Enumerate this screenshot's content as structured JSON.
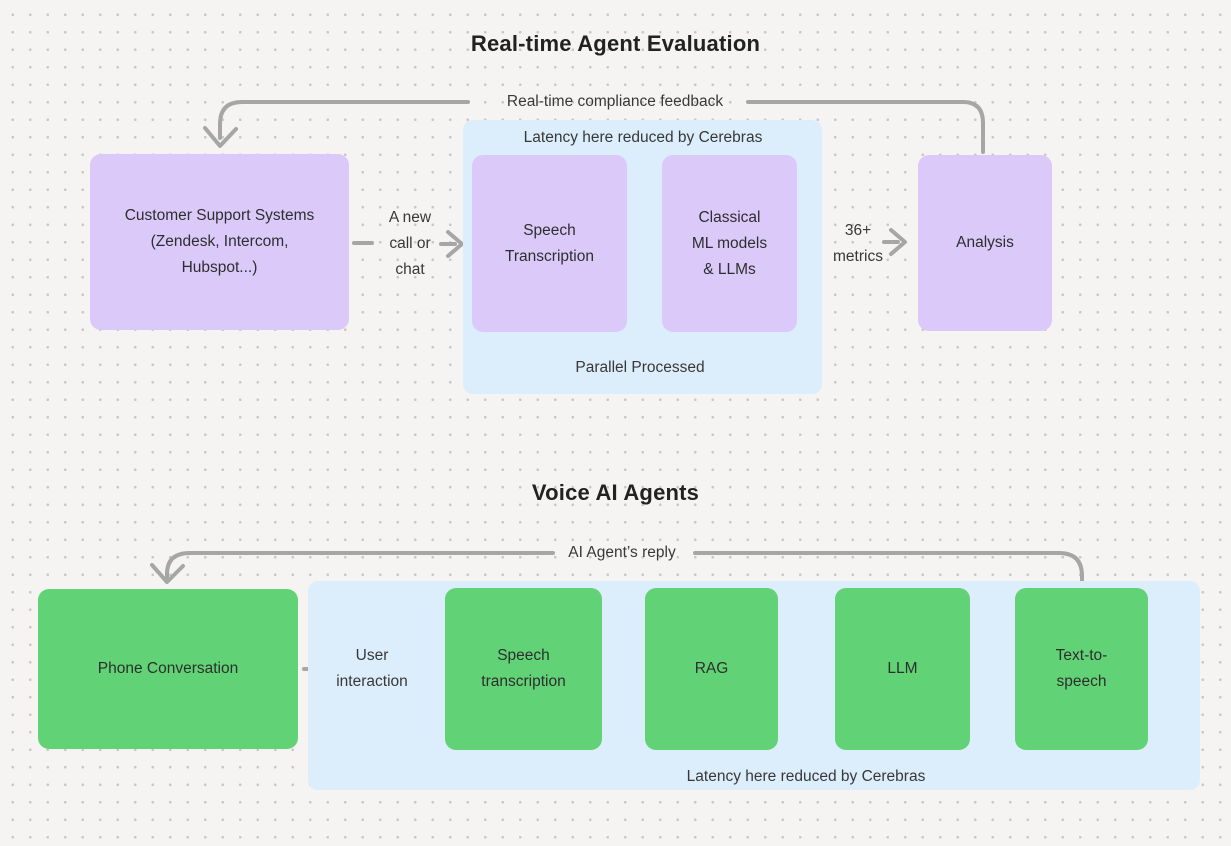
{
  "colors": {
    "background": "#f5f4f2",
    "dot": "#c9c7c4",
    "purple_node": "#dbc9fa",
    "green_node": "#61d376",
    "highlight_container": "#dcedfb",
    "arrow": "#a6a6a6",
    "text": "#2e2e2e",
    "title": "#222222"
  },
  "top_diagram": {
    "title": "Real-time Agent Evaluation",
    "feedback_loop_label": "Real-time compliance feedback",
    "container_label": "Latency here reduced by Cerebras",
    "parallel_label": "Parallel Processed",
    "nodes": {
      "customer_support": "Customer Support Systems\n(Zendesk, Intercom,\nHubspot...)",
      "speech_transcription": "Speech\nTranscription",
      "classical_ml": "Classical\nML models\n& LLMs",
      "analysis": "Analysis"
    },
    "edge_labels": {
      "new_call": "A new\ncall or\nchat",
      "metrics": "36+\nmetrics"
    }
  },
  "bottom_diagram": {
    "title": "Voice AI Agents",
    "feedback_loop_label": "AI Agent’s reply",
    "container_label": "Latency here reduced by Cerebras",
    "nodes": {
      "phone_conversation": "Phone Conversation",
      "speech_transcription": "Speech\ntranscription",
      "rag": "RAG",
      "llm": "LLM",
      "text_to_speech": "Text-to-\nspeech"
    },
    "edge_labels": {
      "user_interaction": "User\ninteraction"
    }
  }
}
